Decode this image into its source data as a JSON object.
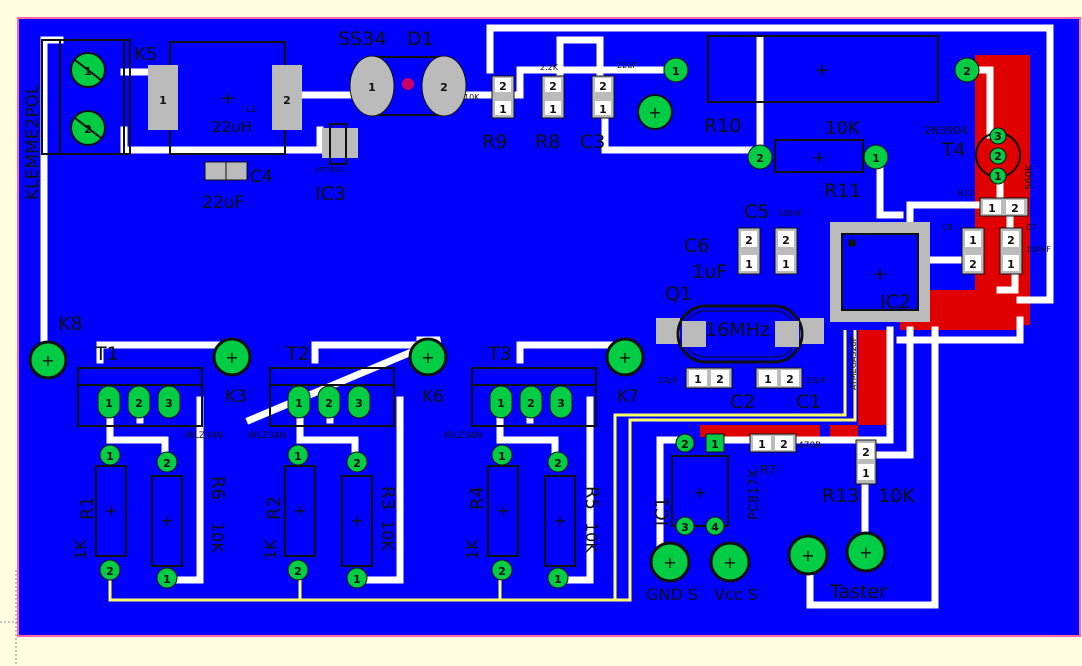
{
  "colors": {
    "background": "#fffde0",
    "board_fill": "#0000ff",
    "board_outline": "#ff66aa",
    "trace_white": "#ffffff",
    "trace_red": "#e00000",
    "trace_yellow": "#ffff66",
    "pad_green": "#00cc44",
    "smd_gray": "#bbbbbb",
    "silk": "#111111"
  },
  "labels": {
    "k5": "K5",
    "klemme": "KLEMME2POL",
    "l1_value": "22uH",
    "l1": "L1",
    "c4": "C4",
    "c4_value": "22uF",
    "d1_part": "SS34",
    "d1": "D1",
    "ic3": "IC3",
    "ic3_part": "HT7850",
    "r9": "R9",
    "r8": "R8",
    "c3": "C3",
    "r8_value": "2.2K",
    "r9_value": "10K",
    "c3_value": "22uF",
    "r10": "R10",
    "r10_value": "10K",
    "r11": "R11",
    "t4_part": "2N3904",
    "t4": "T4",
    "r12_value": "560K",
    "r12": "R12",
    "c5": "C5",
    "c5_value": "100nF",
    "c6": "C6",
    "c6_value": "1uF",
    "c8": "C8",
    "c7": "C7",
    "c7_value": "100nF",
    "ic2": "IC2",
    "q1": "Q1",
    "q1_value": "16MHz",
    "c2": "C2",
    "c1": "C1",
    "c2_value": "22pF",
    "c1_value": "22pF",
    "k8": "K8",
    "t1": "T1",
    "t2": "T2",
    "t3": "T3",
    "k3": "K3",
    "k6": "K6",
    "k7": "K7",
    "t_part": "IRLZ34N",
    "r1": "R1",
    "r2": "R2",
    "r3": "R3",
    "r4": "R4",
    "r5": "R5",
    "r6": "R6",
    "r1_value": "1K",
    "r2_value": "1K",
    "r4_value": "1K",
    "r3_value": "10K",
    "r5_value": "10K",
    "r6_value": "10K",
    "ic1": "IC1",
    "ic1_part": "PC817X",
    "r7": "R7",
    "r7_value": "470R",
    "r13": "R13",
    "r13_value": "10K",
    "gnd_s": "GND S",
    "vcc_s": "Vcc S",
    "taster": "Taster",
    "ic2_part": "ATMEGA328P"
  },
  "pad_numbers": {
    "one": "1",
    "two": "2",
    "three": "3",
    "four": "4"
  }
}
